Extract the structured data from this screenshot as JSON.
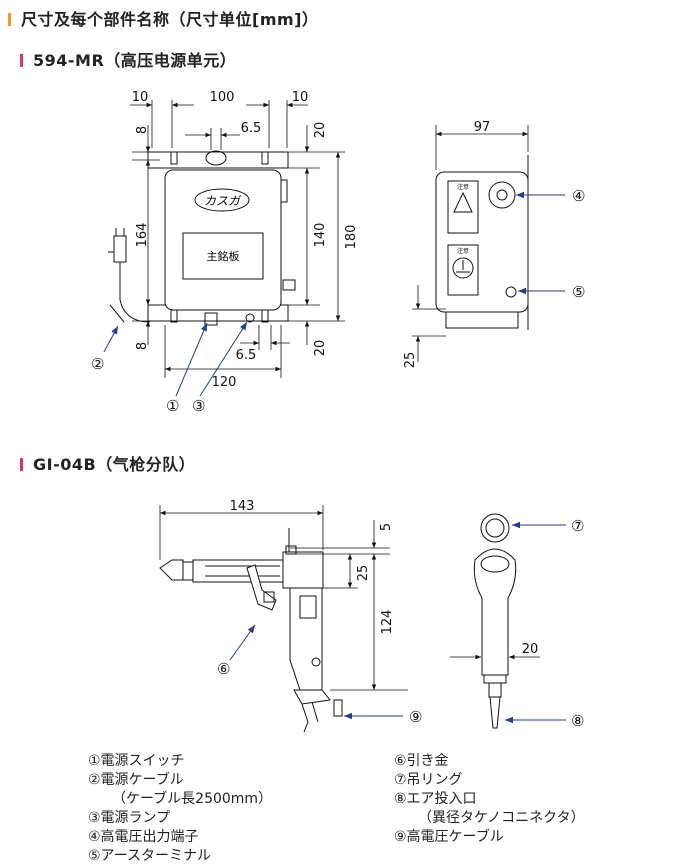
{
  "header": {
    "title": "尺寸及每个部件名称（尺寸单位[mm]）",
    "section1": "594-MR（高压电源单元）",
    "section2": "GI-04B（气枪分队）"
  },
  "colors": {
    "title_bar": "#f0a020",
    "section_bar": "#e0307a",
    "callout": "#2a3a8c",
    "ink": "#1a1a1a"
  },
  "unit1": {
    "logo": "カスガ",
    "nameplate": "主銘板",
    "dims": {
      "d10a": "10",
      "d100": "100",
      "d10b": "10",
      "d8a": "8",
      "d65a": "6.5",
      "d20a": "20",
      "d164": "164",
      "d140": "140",
      "d180": "180",
      "d8b": "8",
      "d65b": "6.5",
      "d20b": "20",
      "d120": "120",
      "d97": "97",
      "d25": "25"
    },
    "callouts": {
      "c1": "①",
      "c2": "②",
      "c3": "③",
      "c4": "④",
      "c5": "⑤"
    },
    "warn_top": "注意",
    "warn_bottom": "注意"
  },
  "unit2": {
    "dims": {
      "d143": "143",
      "d5": "5",
      "d25": "25",
      "d124": "124",
      "d20": "20"
    },
    "callouts": {
      "c6": "⑥",
      "c7": "⑦",
      "c8": "⑧",
      "c9": "⑨"
    }
  },
  "legend": {
    "left": [
      "①電源スイッチ",
      "②電源ケーブル",
      "（ケーブル長2500mm）",
      "③電源ランプ",
      "④高電圧出力端子",
      "⑤アースターミナル"
    ],
    "right": [
      "⑥引き金",
      "⑦吊リング",
      "⑧エア投入口",
      "（異径タケノコニネクタ）",
      "⑨高電圧ケーブル"
    ]
  }
}
